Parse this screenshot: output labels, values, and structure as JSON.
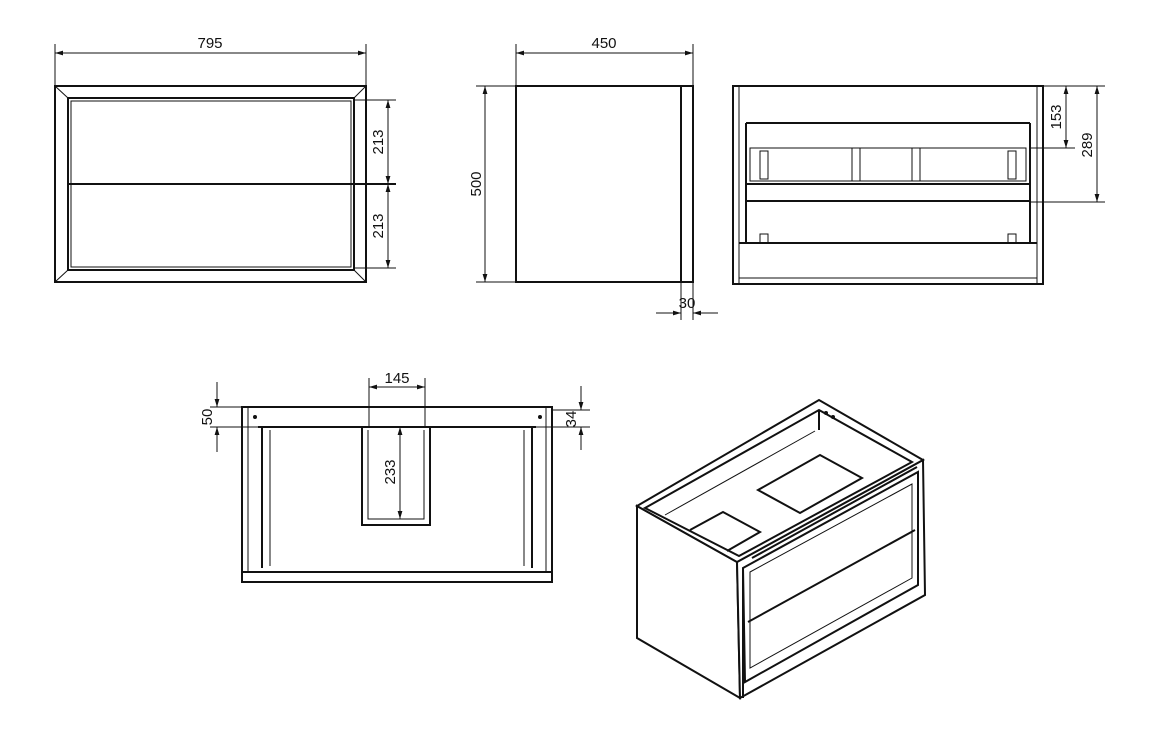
{
  "line_color": "#111111",
  "dimensions": {
    "front_width": "795",
    "front_drawer_top": "213",
    "front_drawer_bottom": "213",
    "side_depth": "450",
    "side_height": "500",
    "side_panel": "30",
    "back_upper": "153",
    "back_lower": "289",
    "top_left": "50",
    "top_cutout_width": "145",
    "top_cutout_depth": "233",
    "top_right": "34"
  }
}
